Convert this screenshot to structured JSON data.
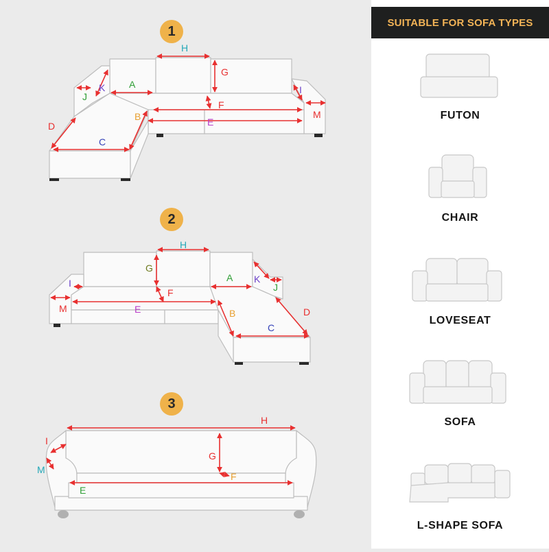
{
  "sidebar": {
    "header": "SUITABLE FOR SOFA TYPES",
    "types": [
      {
        "label": "FUTON",
        "icon": "futon-icon"
      },
      {
        "label": "CHAIR",
        "icon": "chair-icon"
      },
      {
        "label": "LOVESEAT",
        "icon": "loveseat-icon"
      },
      {
        "label": "SOFA",
        "icon": "sofa-icon"
      },
      {
        "label": "L-SHAPE SOFA",
        "icon": "l-shape-sofa-icon"
      }
    ]
  },
  "steps": [
    "1",
    "2",
    "3"
  ],
  "labels": {
    "A": "A",
    "B": "B",
    "C": "C",
    "D": "D",
    "E": "E",
    "F": "F",
    "G": "G",
    "H": "H",
    "I": "I",
    "J": "J",
    "K": "K",
    "M": "M"
  },
  "colors": {
    "step_circle": "#efb24a",
    "header_bg": "#1e1f1f",
    "header_text": "#f2b356",
    "A": "#2f9e35",
    "B": "#e8a030",
    "C": "#3543b8",
    "D": "#e83030",
    "E": "#b83cc8",
    "F": "#e83030",
    "G": "#e83030",
    "H": "#24a8b8",
    "I": "#6a40c8",
    "J": "#2f9e35",
    "K": "#6a40c8",
    "M": "#e83030",
    "G_step2": "#6e7a1e"
  }
}
